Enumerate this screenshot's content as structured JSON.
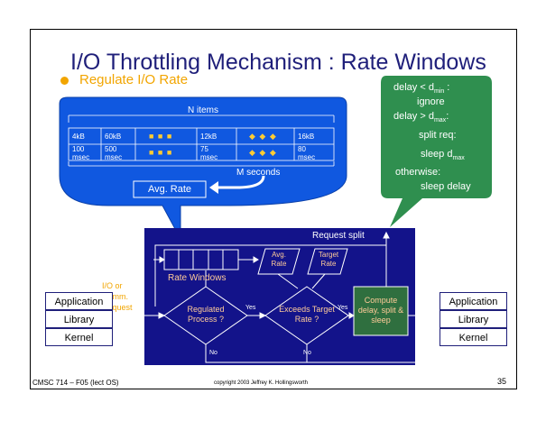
{
  "title": "I/O Throttling Mechanism : Rate Windows",
  "bullet": "Regulate I/O Rate",
  "rate_table": {
    "header": "N items",
    "sizes": [
      "4kB",
      "60kB",
      "12kB",
      "16kB"
    ],
    "times": [
      "100 msec",
      "500 msec",
      "75 msec",
      "80 msec"
    ],
    "axis_label": "M seconds"
  },
  "avg_rate_label": "Avg. Rate",
  "callout": {
    "line1": "delay < d",
    "line1_sub": "min",
    "line1_end": " :",
    "line2": "ignore",
    "line3": "delay > d",
    "line3_sub": "max",
    "line3_end": ":",
    "line4": "split req:",
    "line5": "sleep d",
    "line5_sub": "max",
    "line6": "otherwise:",
    "line7": "sleep delay"
  },
  "diagram": {
    "request_split": "Request split",
    "rate_windows": "Rate Windows",
    "avg_rate": "Avg. Rate",
    "target_rate": "Target Rate",
    "regulated_process": "Regulated Process ?",
    "exceeds_target": "Exceeds Target Rate ?",
    "compute": "Compute delay, split & sleep",
    "yes1": "Yes",
    "yes2": "Yes",
    "no1": "No",
    "no2": "No",
    "io_request": "I/O or Comm. Request"
  },
  "left_stack": [
    "Application",
    "Library",
    "Kernel"
  ],
  "right_stack": [
    "Application",
    "Library",
    "Kernel"
  ],
  "footer": {
    "course": "CMSC 714 – F05 (lect OS)",
    "copyright": "copyright 2003 Jeffrey K. Hollingsworth",
    "page": "35"
  },
  "colors": {
    "title": "#1f1f7a",
    "bullet": "#f2a500",
    "callout_bg": "#2f8f4f",
    "diagram_bg": "#13138a",
    "bubble_bg": "#1060e0"
  }
}
